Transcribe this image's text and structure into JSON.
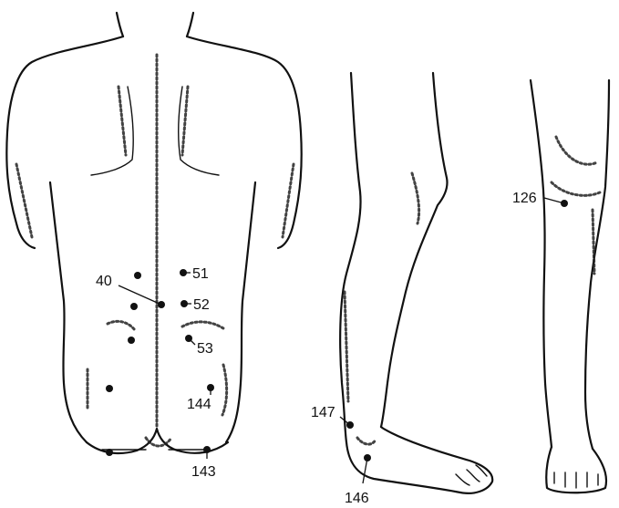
{
  "labels": {
    "p40": "40",
    "p51": "51",
    "p52": "52",
    "p53": "53",
    "p144": "144",
    "p143": "143",
    "p147": "147",
    "p146": "146",
    "p126": "126"
  }
}
